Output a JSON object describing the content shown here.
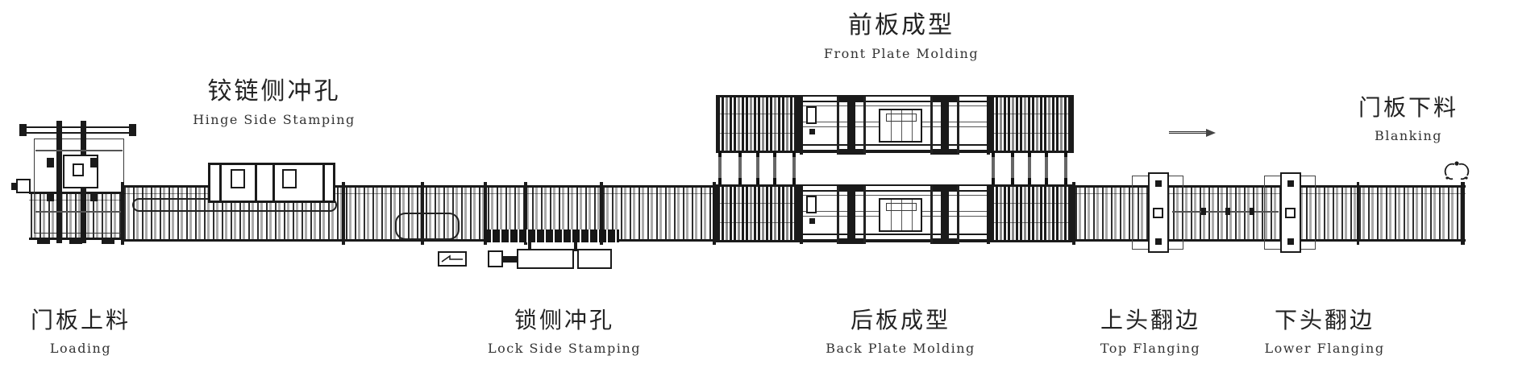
{
  "diagram": {
    "type": "door-panel-production-line-layout",
    "colors": {
      "line": "#1a1a1a",
      "background": "#ffffff"
    },
    "stations": [
      {
        "id": "loading",
        "zh": "门板上料",
        "en": "Loading"
      },
      {
        "id": "hinge-side-stamping",
        "zh": "铰链侧冲孔",
        "en": "Hinge Side Stamping"
      },
      {
        "id": "lock-side-stamping",
        "zh": "锁侧冲孔",
        "en": "Lock Side Stamping"
      },
      {
        "id": "front-plate-molding",
        "zh": "前板成型",
        "en": "Front Plate Molding"
      },
      {
        "id": "back-plate-molding",
        "zh": "后板成型",
        "en": "Back Plate Molding"
      },
      {
        "id": "top-flanging",
        "zh": "上头翻边",
        "en": "Top Flanging"
      },
      {
        "id": "lower-flanging",
        "zh": "下头翻边",
        "en": "Lower Flanging"
      },
      {
        "id": "blanking",
        "zh": "门板下料",
        "en": "Blanking"
      }
    ],
    "icons": {
      "flow_arrow": "right-arrow",
      "end_mark": "clamp-symbol",
      "sign": "direction-sign-arrow"
    }
  }
}
